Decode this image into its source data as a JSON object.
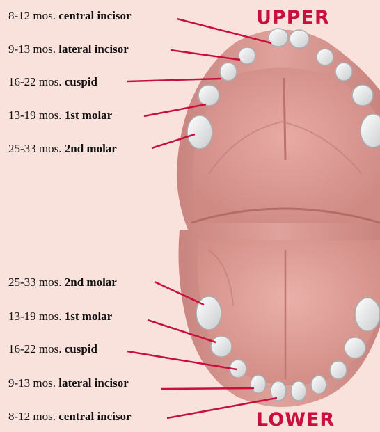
{
  "titles": {
    "upper": "UPPER",
    "lower": "LOWER"
  },
  "colors": {
    "leader": "#c8103e",
    "title": "#c8103e"
  },
  "upper_labels": [
    {
      "age": "8-12 mos.",
      "name": "central incisor"
    },
    {
      "age": "9-13 mos.",
      "name": "lateral incisor"
    },
    {
      "age": "16-22 mos.",
      "name": "cuspid"
    },
    {
      "age": "13-19 mos.",
      "name": "1st molar"
    },
    {
      "age": "25-33 mos.",
      "name": "2nd molar"
    }
  ],
  "lower_labels": [
    {
      "age": "25-33 mos.",
      "name": "2nd molar"
    },
    {
      "age": "13-19 mos.",
      "name": "1st molar"
    },
    {
      "age": "16-22 mos.",
      "name": "cuspid"
    },
    {
      "age": "9-13 mos.",
      "name": "lateral incisor"
    },
    {
      "age": "8-12 mos.",
      "name": "central incisor"
    }
  ]
}
